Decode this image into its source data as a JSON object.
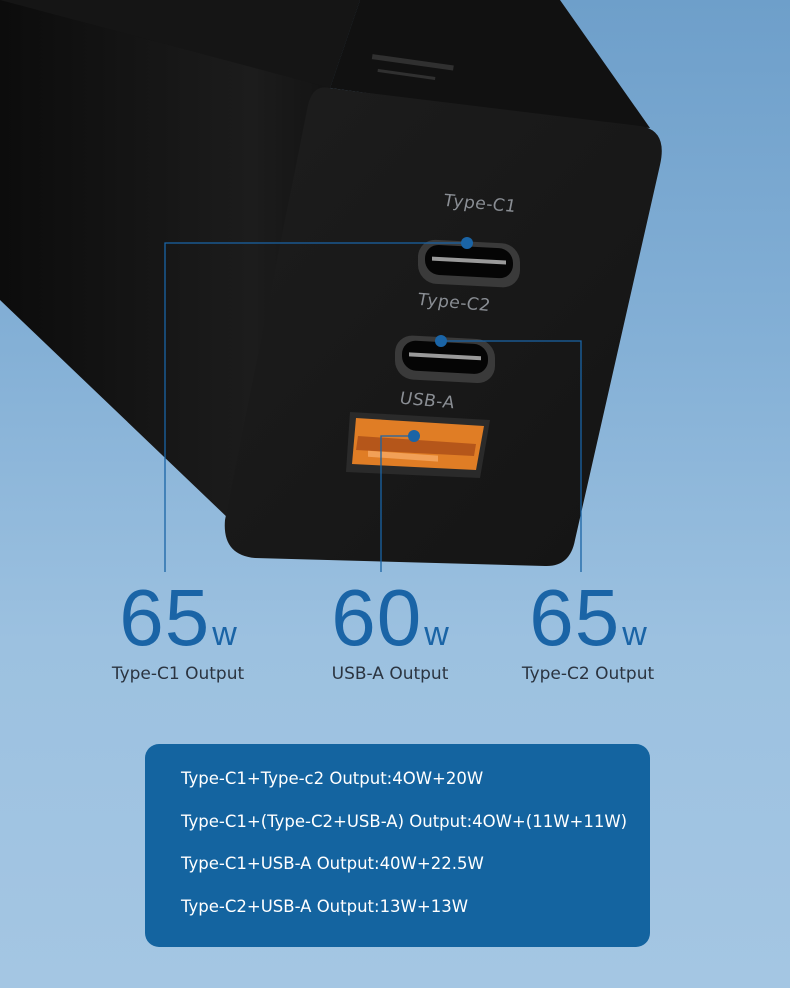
{
  "colors": {
    "accent_blue": "#1a64a6",
    "box_blue": "#1464a0",
    "charger_body": "#151515",
    "usb_a_orange": "#e07d25"
  },
  "ports": [
    {
      "label": "Type-C1",
      "watts": "65",
      "unit": "w",
      "caption": "Type-C1 Output"
    },
    {
      "label": "Type-C2",
      "watts": "65",
      "unit": "w",
      "caption": "Type-C2 Output"
    },
    {
      "label": "USB-A",
      "watts": "60",
      "unit": "w",
      "caption": "USB-A Output"
    }
  ],
  "combos": [
    "Type-C1+Type-c2 Output:4OW+20W",
    "Type-C1+(Type-C2+USB-A) Output:4OW+(11W+11W)",
    "Type-C1+USB-A Output:40W+22.5W",
    "Type-C2+USB-A Output:13W+13W"
  ]
}
